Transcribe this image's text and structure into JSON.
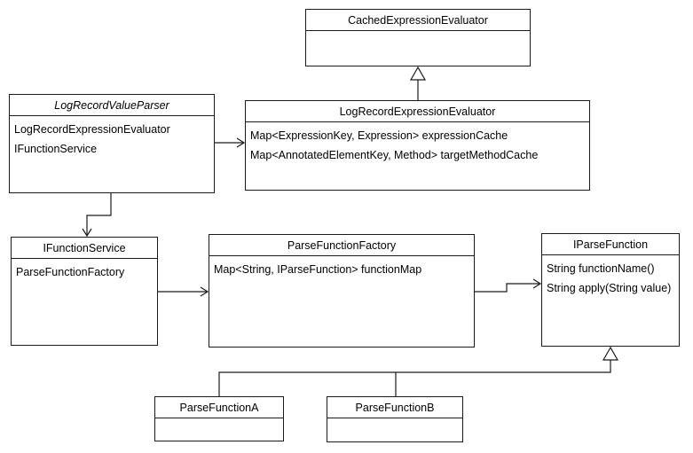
{
  "colors": {
    "background": "#ffffff",
    "line": "#1a1a1a",
    "box_fill": "#ffffff",
    "text": "#000000"
  },
  "classes": {
    "cachedExpressionEvaluator": {
      "title": "CachedExpressionEvaluator",
      "members": []
    },
    "logRecordValueParser": {
      "title": "LogRecordValueParser",
      "abstract": true,
      "members": [
        "LogRecordExpressionEvaluator",
        "IFunctionService"
      ]
    },
    "logRecordExpressionEvaluator": {
      "title": "LogRecordExpressionEvaluator",
      "members": [
        "Map<ExpressionKey, Expression> expressionCache",
        "Map<AnnotatedElementKey, Method> targetMethodCache"
      ]
    },
    "iFunctionService": {
      "title": "IFunctionService",
      "members": [
        "ParseFunctionFactory"
      ]
    },
    "parseFunctionFactory": {
      "title": "ParseFunctionFactory",
      "members": [
        "Map<String, IParseFunction> functionMap"
      ]
    },
    "iParseFunction": {
      "title": "IParseFunction",
      "members": [
        "String functionName()",
        "String apply(String value)"
      ]
    },
    "parseFunctionA": {
      "title": "ParseFunctionA",
      "members": []
    },
    "parseFunctionB": {
      "title": "ParseFunctionB",
      "members": []
    }
  },
  "relationships": [
    {
      "from": "LogRecordExpressionEvaluator",
      "to": "CachedExpressionEvaluator",
      "type": "generalization"
    },
    {
      "from": "LogRecordValueParser",
      "to": "LogRecordExpressionEvaluator",
      "type": "association"
    },
    {
      "from": "LogRecordValueParser",
      "to": "IFunctionService",
      "type": "association"
    },
    {
      "from": "IFunctionService",
      "to": "ParseFunctionFactory",
      "type": "association"
    },
    {
      "from": "ParseFunctionFactory",
      "to": "IParseFunction",
      "type": "association"
    },
    {
      "from": "ParseFunctionA",
      "to": "IParseFunction",
      "type": "generalization"
    },
    {
      "from": "ParseFunctionB",
      "to": "IParseFunction",
      "type": "generalization"
    }
  ]
}
